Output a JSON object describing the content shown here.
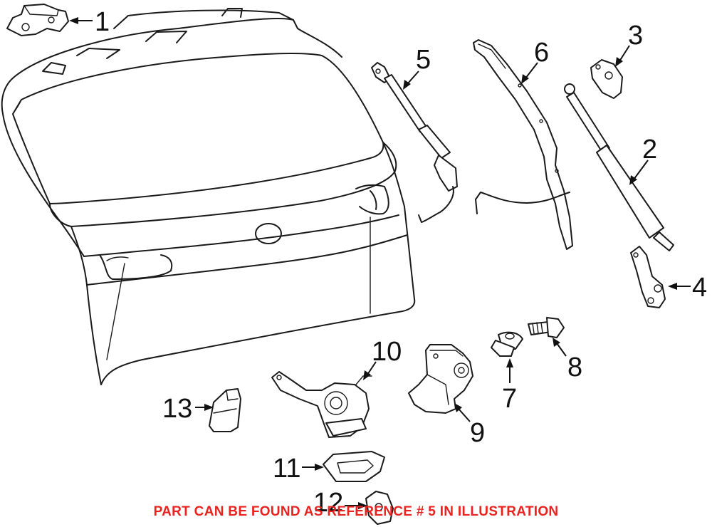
{
  "footer": {
    "note": "PART CAN BE FOUND AS REFERENCE # 5 IN ILLUSTRATION",
    "color": "#e8231f"
  },
  "callouts": [
    "1",
    "2",
    "3",
    "4",
    "5",
    "6",
    "7",
    "8",
    "9",
    "10",
    "11",
    "12",
    "13"
  ],
  "colors": {
    "line": "#1a1a1a",
    "background": "#ffffff"
  }
}
